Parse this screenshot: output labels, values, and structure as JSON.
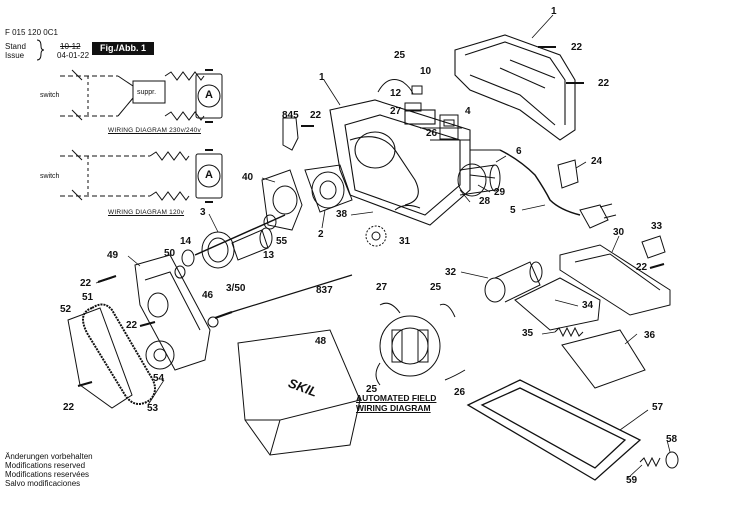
{
  "header": {
    "doc_number": "F 015 120 0C1",
    "stand_label": "Stand",
    "stand_value": "10-12",
    "issue_label": "Issue",
    "issue_value": "04-01-22",
    "fig_label": "Fig./Abb. 1"
  },
  "wiring": {
    "switch_label_1": "switch",
    "suppr_label": "suppr.",
    "caption_1": "WIRING DIAGRAM 230v/240v",
    "switch_label_2": "switch",
    "caption_2": "WIRING DIAGRAM 120v",
    "motor_symbol": "A"
  },
  "field_diagram": {
    "title_line1": "AUTOMATED FIELD",
    "title_line2": "WIRING DIAGRAM"
  },
  "brand": "SKIL",
  "footer": {
    "line1": "Änderungen vorbehalten",
    "line2": "Modifications reserved",
    "line3": "Modifications reservées",
    "line4": "Salvo modificaciones"
  },
  "part_labels": {
    "p1_top": "1",
    "p22_a": "22",
    "p22_b": "22",
    "p25_top": "25",
    "p10": "10",
    "p1_main": "1",
    "p845": "845",
    "p22_c": "22",
    "p12": "12",
    "p27_top": "27",
    "p4": "4",
    "p26_top": "26",
    "p6": "6",
    "p24": "24",
    "p40": "40",
    "p29": "29",
    "p28": "28",
    "p5": "5",
    "p3": "3",
    "p38": "38",
    "p2": "2",
    "p14": "14",
    "p55": "55",
    "p31": "31",
    "p33": "33",
    "p30": "30",
    "p49": "49",
    "p50": "50",
    "p13": "13",
    "p22_d": "22",
    "p32": "32",
    "p22_e": "22",
    "p3_50": "3/50",
    "p837": "837",
    "p27_mid": "27",
    "p25_mid": "25",
    "p46": "46",
    "p52": "52",
    "p51": "51",
    "p34": "34",
    "p22_f": "22",
    "p35": "35",
    "p36": "36",
    "p48": "48",
    "p54": "54",
    "p53": "53",
    "p22_g": "22",
    "p25_bot": "25",
    "p26_bot": "26",
    "p57": "57",
    "p58": "58",
    "p59": "59"
  }
}
